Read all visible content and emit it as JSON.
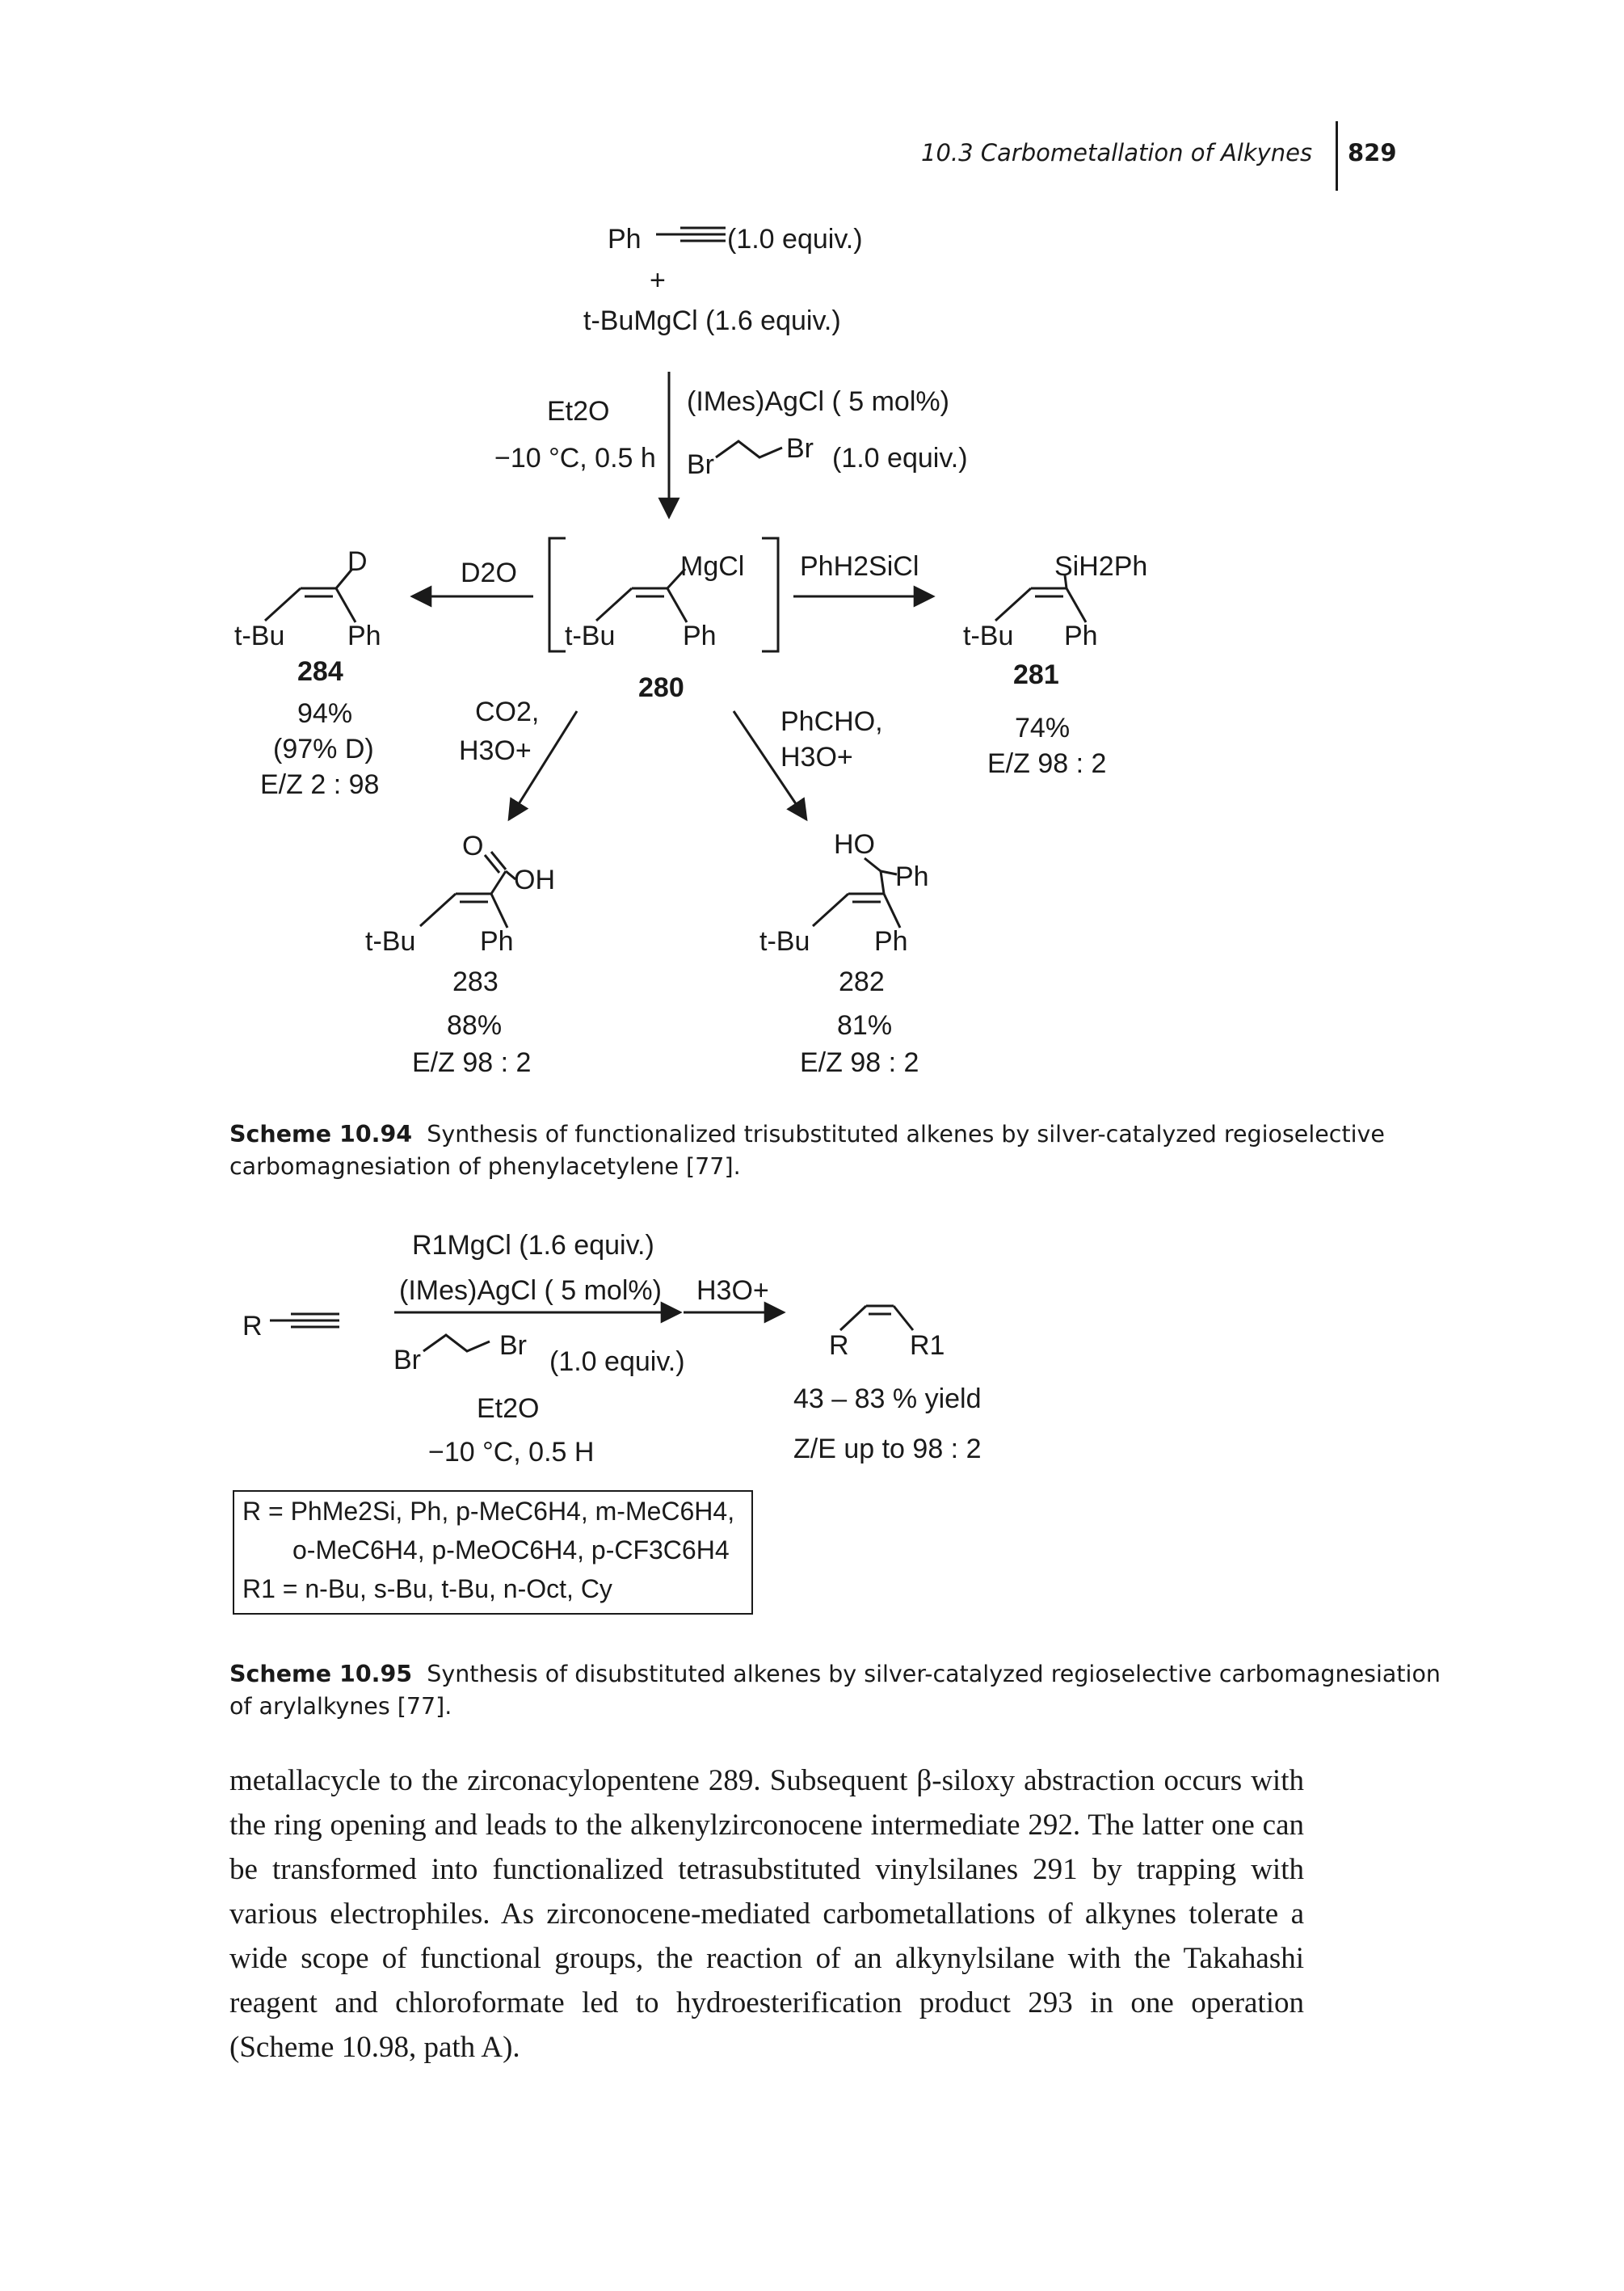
{
  "header": {
    "section": "10.3 Carbometallation of Alkynes",
    "page_number": "829"
  },
  "scheme1": {
    "reagent_ph": "Ph",
    "reagent_ph_equiv": "(1.0 equiv.)",
    "plus": "+",
    "reagent_grignard": "t-BuMgCl (1.6 equiv.)",
    "cond_left_1": "Et2O",
    "cond_left_2": "−10 °C, 0.5 h",
    "cond_right_1": "(IMes)AgCl ( 5 mol%)",
    "cond_right_br1": "Br",
    "cond_right_br2": "Br",
    "cond_right_equiv": "(1.0 equiv.)",
    "intermediate": {
      "mgcl": "MgCl",
      "tbu": "t-Bu",
      "ph": "Ph",
      "number": "280"
    },
    "d2o": "D2O",
    "phh2sicl": "PhH2SiCl",
    "co2": "CO2,",
    "h3o_left": "H3O+",
    "phcho": "PhCHO,",
    "h3o_right": "H3O+",
    "p284": {
      "top": "D",
      "tbu": "t-Bu",
      "ph": "Ph",
      "number": "284",
      "yield": "94%",
      "extra": "(97% D)",
      "ez": "E/Z 2 : 98"
    },
    "p281": {
      "top": "SiH2Ph",
      "tbu": "t-Bu",
      "ph": "Ph",
      "number": "281",
      "yield": "74%",
      "ez": "E/Z 98 : 2"
    },
    "p283": {
      "o": "O",
      "oh": "OH",
      "tbu": "t-Bu",
      "ph": "Ph",
      "number": "283",
      "yield": "88%",
      "ez": "E/Z 98 : 2"
    },
    "p282": {
      "ho": "HO",
      "ph_top": "Ph",
      "tbu": "t-Bu",
      "ph": "Ph",
      "number": "282",
      "yield": "81%",
      "ez": "E/Z 98 : 2"
    },
    "caption_label": "Scheme 10.94",
    "caption_text": "Synthesis of functionalized trisubstituted alkenes by silver-catalyzed regioselective carbomagnesiation of phenylacetylene [77]."
  },
  "scheme2": {
    "r": "R",
    "cond_top_1": "R1MgCl (1.6 equiv.)",
    "cond_top_2": "(IMes)AgCl ( 5 mol%)",
    "h3o": "H3O+",
    "br1": "Br",
    "br2": "Br",
    "equiv": "(1.0 equiv.)",
    "et2o": "Et2O",
    "temp": "−10 °C, 0.5 H",
    "prod_r": "R",
    "prod_r1": "R1",
    "yield": "43 – 83 % yield",
    "ze": "Z/E up to 98 : 2",
    "box_line1": "R = PhMe2Si, Ph, p-MeC6H4, m-MeC6H4,",
    "box_line2": "o-MeC6H4, p-MeOC6H4, p-CF3C6H4",
    "box_line3": "R1 = n-Bu, s-Bu, t-Bu, n-Oct, Cy",
    "caption_label": "Scheme 10.95",
    "caption_text": "Synthesis of disubstituted alkenes by silver-catalyzed regioselective carbomagnesiation of arylalkynes [77]."
  },
  "body_text": "metallacycle to the zirconacylopentene 289. Subsequent β-siloxy abstraction occurs with the ring opening and leads to the alkenylzirconocene intermediate 292. The latter one can be transformed into functionalized tetrasubstituted vinylsilanes 291 by trapping with various electrophiles. As zirconocene-mediated carbometallations of alkynes tolerate a wide scope of functional groups, the reaction of an alkynylsilane with the Takahashi reagent and chloroformate led to hydroesterification product 293 in one operation (Scheme 10.98, path A)."
}
